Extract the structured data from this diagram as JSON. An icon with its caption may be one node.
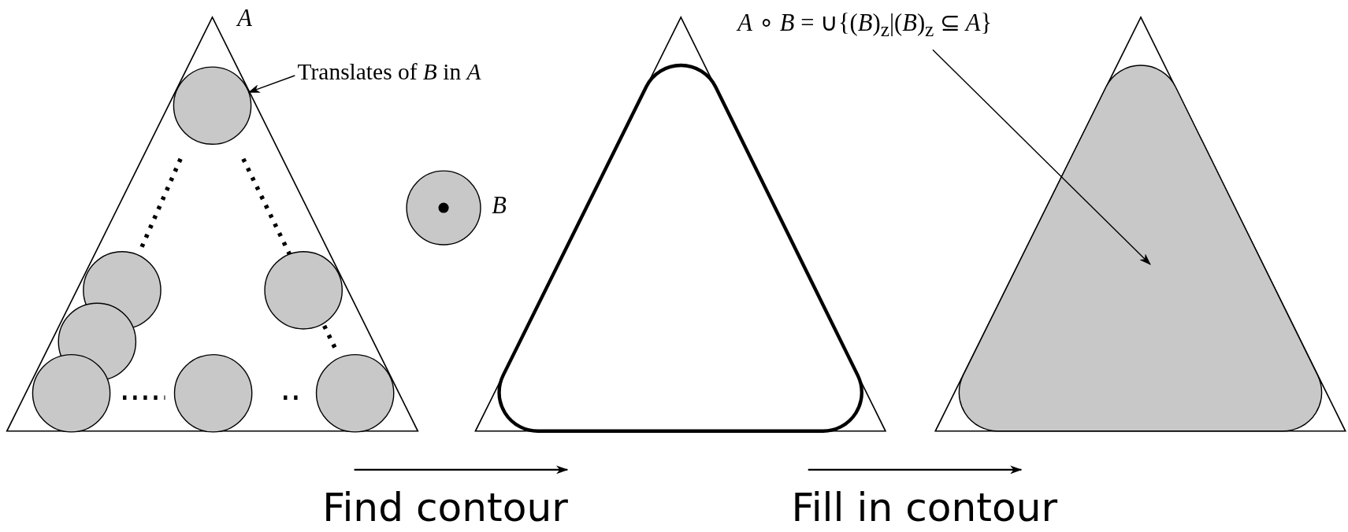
{
  "diagram": {
    "nodes": [
      {
        "text": [
          "Translates of *B* in *A*"
        ]
      },
      {
        "text": [],
        "shape": "circle"
      },
      {
        "text": [
          "*A* ∘ *B* = ∪{(*B*)$_{z}$|(*B*)$_{z}$ ⊆ *A*}"
        ]
      },
      {
        "text": [],
        "shape": "triangle"
      },
      {
        "text": [],
        "shape": "circle",
        "beside": [
          "B"
        ]
      }
    ],
    "edges": [
      {
        "from": 0,
        "to": 1,
        "arrow": "to"
      },
      {
        "from": 2,
        "to": 3,
        "arrow": "to"
      }
    ],
    "labels": [
      "A",
      "Find contour",
      "Fill in contour"
    ]
  }
}
